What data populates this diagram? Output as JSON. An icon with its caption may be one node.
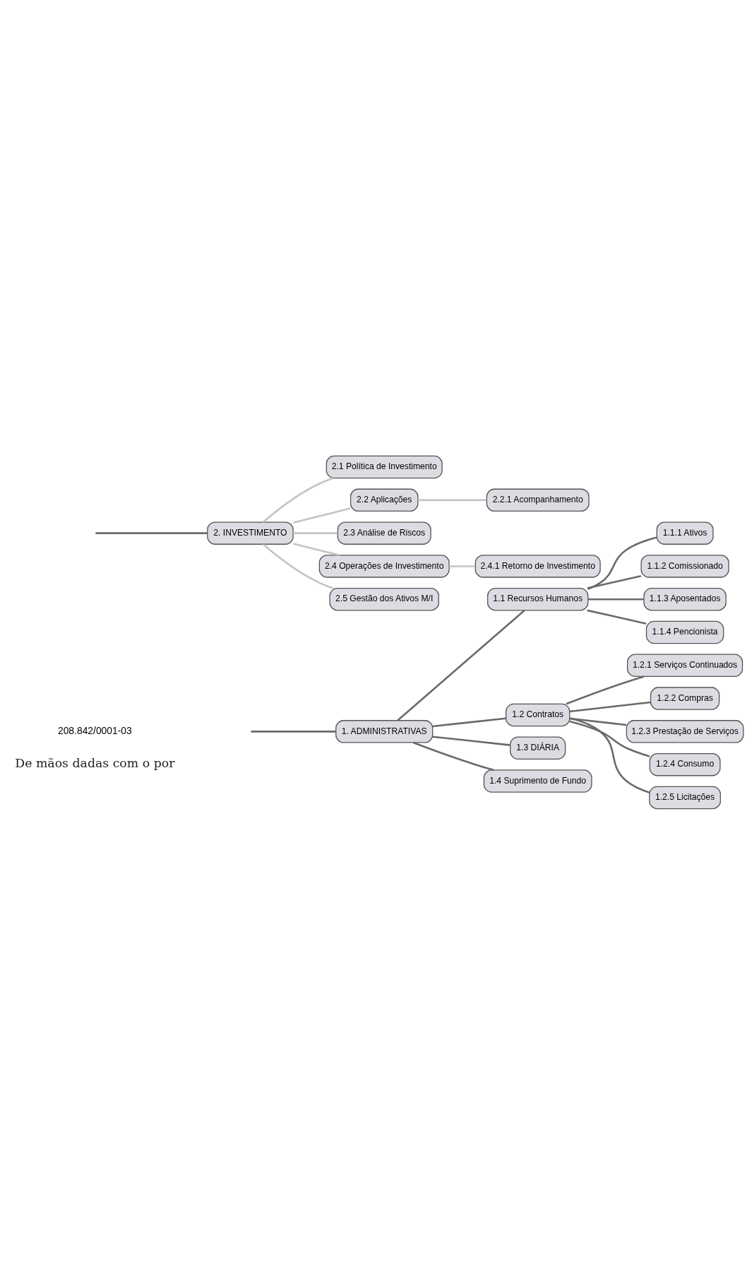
{
  "diagram": {
    "nodes": [
      {
        "text": [
          "1. ADMINISTRATIVAS"
        ]
      },
      {
        "text": [
          "1.1 Recursos Humanos"
        ]
      },
      {
        "text": [
          "1.1.1 Ativos"
        ]
      },
      {
        "text": [
          "1.1.2 Comissionado"
        ]
      },
      {
        "text": [
          "1.1.3 Aposentados"
        ]
      },
      {
        "text": [
          "1.1.4 Pencionista"
        ]
      },
      {
        "text": [
          "1.2 Contratos"
        ]
      },
      {
        "text": [
          "1.2.1 Serviços Continuados"
        ]
      },
      {
        "text": [
          "1.2.2 Compras"
        ]
      },
      {
        "text": [
          "1.2.3 Prestação de Serviços"
        ]
      },
      {
        "text": [
          "1.2.4 Consumo"
        ]
      },
      {
        "text": [
          "1.2.5 Licitações"
        ]
      },
      {
        "text": [
          "1.3 DIÁRIA"
        ]
      },
      {
        "text": [
          "1.4 Suprimento de Fundo"
        ]
      },
      {
        "text": [
          "2. INVESTIMENTO"
        ]
      },
      {
        "text": [
          "2.1 Política de Investimento"
        ]
      },
      {
        "text": [
          "2.2 Aplicações"
        ]
      },
      {
        "text": [
          "2.2.1 Acompanhamento"
        ]
      },
      {
        "text": [
          "2.3 Análise de Riscos"
        ]
      },
      {
        "text": [
          "2.4 Operações de Investimento"
        ]
      },
      {
        "text": [
          "2.4.1 Retorno de Investimento"
        ]
      },
      {
        "text": [
          "2.5 Gestão dos Ativos M/I"
        ]
      }
    ],
    "edges": [
      {
        "from": null,
        "to": 0,
        "arrow": "none"
      },
      {
        "from": 0,
        "to": 1,
        "arrow": "none"
      },
      {
        "from": 1,
        "to": 2,
        "arrow": "none"
      },
      {
        "from": 1,
        "to": 3,
        "arrow": "none"
      },
      {
        "from": 1,
        "to": 4,
        "arrow": "none"
      },
      {
        "from": 1,
        "to": 5,
        "arrow": "none"
      },
      {
        "from": 0,
        "to": 6,
        "arrow": "none"
      },
      {
        "from": 6,
        "to": 7,
        "arrow": "none"
      },
      {
        "from": 6,
        "to": 8,
        "arrow": "none"
      },
      {
        "from": 6,
        "to": 9,
        "arrow": "none"
      },
      {
        "from": 6,
        "to": 10,
        "arrow": "none"
      },
      {
        "from": 6,
        "to": 11,
        "arrow": "none"
      },
      {
        "from": 0,
        "to": 12,
        "arrow": "none"
      },
      {
        "from": 0,
        "to": 13,
        "arrow": "none"
      },
      {
        "from": null,
        "to": 14,
        "arrow": "none"
      },
      {
        "from": 14,
        "to": 15,
        "arrow": "none",
        "color": "#c4c4c4"
      },
      {
        "from": 14,
        "to": 16,
        "arrow": "none",
        "color": "#c4c4c4"
      },
      {
        "from": 16,
        "to": 17,
        "arrow": "none",
        "color": "#c4c4c4"
      },
      {
        "from": 14,
        "to": 18,
        "arrow": "none",
        "color": "#c4c4c4"
      },
      {
        "from": 14,
        "to": 19,
        "arrow": "none",
        "color": "#c4c4c4"
      },
      {
        "from": 19,
        "to": 20,
        "arrow": "none",
        "color": "#c4c4c4"
      },
      {
        "from": 14,
        "to": 21,
        "arrow": "none",
        "color": "#c4c4c4"
      }
    ],
    "labels": [
      "208.842/0001-03",
      "De mãos dadas com o por"
    ]
  }
}
